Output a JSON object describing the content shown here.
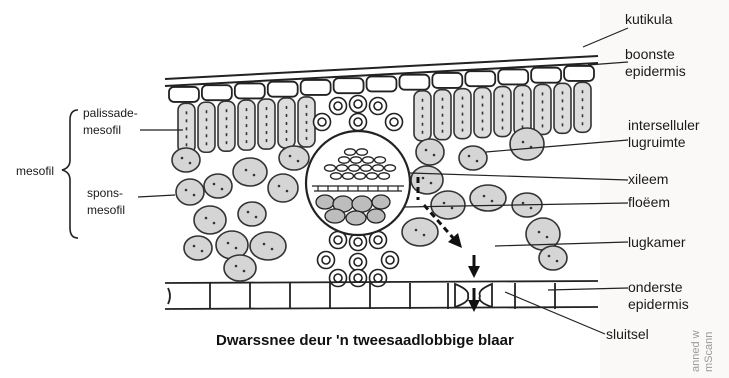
{
  "labels": {
    "kutikula": "kutikula",
    "boonste_epidermis_1": "boonste",
    "boonste_epidermis_2": "epidermis",
    "intersellulere_1": "interselluler",
    "intersellulere_2": "lugruimte",
    "xileem": "xileem",
    "floeem": "floëem",
    "lugkamer": "lugkamer",
    "onderste_epidermis_1": "onderste",
    "onderste_epidermis_2": "epidermis",
    "sluitsel": "sluitsel",
    "palissade_1": "palissade-",
    "palissade_2": "mesofil",
    "mesofil": "mesofil",
    "spons_1": "spons-",
    "spons_2": "mesofil"
  },
  "caption": "Dwarssnee deur 'n tweesaadlobbige blaar",
  "watermark": {
    "line1": "anned w",
    "line2": "mScann"
  }
}
